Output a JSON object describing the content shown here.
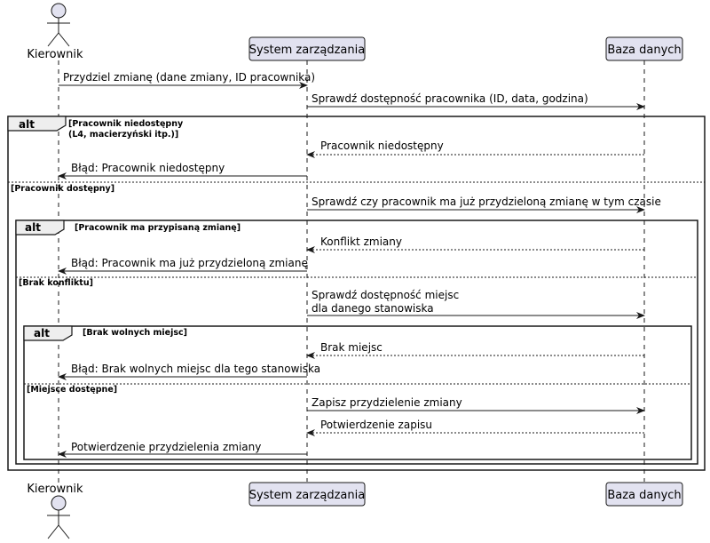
{
  "participants": {
    "manager": "Kierownik",
    "system": "System zarządzania",
    "db": "Baza danych"
  },
  "messages": {
    "m1": "Przydziel zmianę (dane zmiany, ID pracownika)",
    "m2": "Sprawdź dostępność pracownika (ID, data, godzina)",
    "m3": "Pracownik niedostępny",
    "m4": "Błąd: Pracownik niedostępny",
    "m5": "Sprawdź czy pracownik ma już przydzieloną zmianę w tym czasie",
    "m6": "Konflikt zmiany",
    "m7": "Błąd: Pracownik ma już przydzieloną zmianę",
    "m8_line1": "Sprawdź dostępność miejsc",
    "m8_line2": "dla danego stanowiska",
    "m9": "Brak miejsc",
    "m10": "Błąd: Brak wolnych miejsc dla tego stanowiska",
    "m11": "Zapisz przydzielenie zmiany",
    "m12": "Potwierdzenie zapisu",
    "m13": "Potwierdzenie przydzielenia zmiany"
  },
  "fragments": {
    "alt_keyword": "alt",
    "outer_guard_line1": "[Pracownik niedostępny",
    "outer_guard_line2": "(L4, macierzyński itp.)]",
    "outer_else": "[Pracownik dostępny]",
    "mid_guard": "[Pracownik ma przypisaną zmianę]",
    "mid_else": "[Brak konfliktu]",
    "inner_guard": "[Brak wolnych miejsc]",
    "inner_else": "[Miejsce dostępne]"
  },
  "colors": {
    "participant_fill": "#e2e2f0",
    "participant_stroke": "#181818",
    "lifeline": "#181818",
    "line": "#181818"
  }
}
